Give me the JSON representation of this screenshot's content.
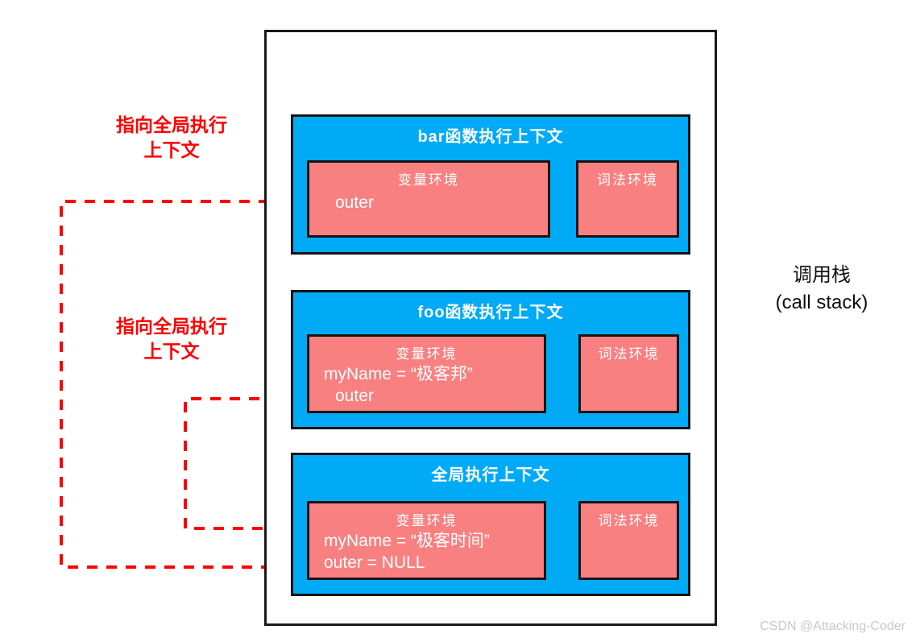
{
  "diagram": {
    "title_caption": {
      "line1": "调用栈",
      "line2": "(call stack)"
    },
    "watermark": "CSDN @Attacking-Coder",
    "colors": {
      "context_blue": "#00AAF5",
      "environment_pink": "#F98080",
      "arrow_red": "#FF0000",
      "frame_black": "#141414",
      "text_white": "#FFFFFF"
    },
    "annotations": [
      {
        "id": "bar-outer-pointer",
        "line1": "指向全局执行",
        "line2": "上下文"
      },
      {
        "id": "foo-outer-pointer",
        "line1": "指向全局执行",
        "line2": "上下文"
      }
    ],
    "contexts": [
      {
        "id": "bar-context",
        "title": "bar函数执行上下文",
        "variable_environment": {
          "title": "变量环境",
          "entries": [
            {
              "text": "outer",
              "indent": true
            }
          ]
        },
        "lexical_environment": {
          "title": "词法环境",
          "entries": []
        }
      },
      {
        "id": "foo-context",
        "title": "foo函数执行上下文",
        "variable_environment": {
          "title": "变量环境",
          "entries": [
            {
              "text": "myName = “极客邦”",
              "indent": false
            },
            {
              "text": "outer",
              "indent": true
            }
          ]
        },
        "lexical_environment": {
          "title": "词法环境",
          "entries": []
        }
      },
      {
        "id": "global-context",
        "title": "全局执行上下文",
        "variable_environment": {
          "title": "变量环境",
          "entries": [
            {
              "text": "myName = “极客时间”",
              "indent": false
            },
            {
              "text": "outer = NULL",
              "indent": false
            }
          ]
        },
        "lexical_environment": {
          "title": "词法环境",
          "entries": []
        }
      }
    ]
  }
}
